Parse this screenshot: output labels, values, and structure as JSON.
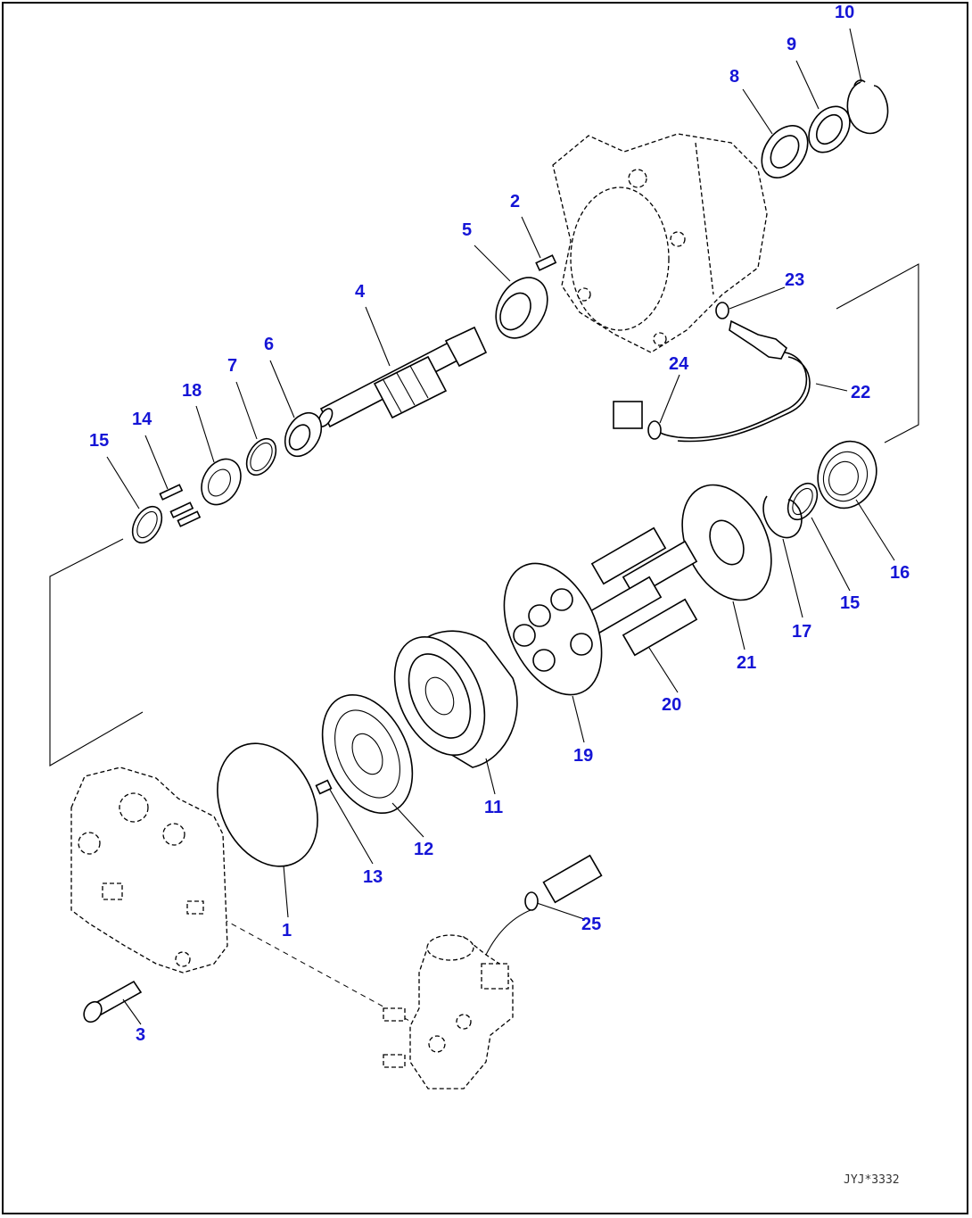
{
  "drawing_code": "JYJ*3332",
  "labels": {
    "p1": "1",
    "p2": "2",
    "p3": "3",
    "p4": "4",
    "p5": "5",
    "p6": "6",
    "p7": "7",
    "p8": "8",
    "p9": "9",
    "p10": "10",
    "p11": "11",
    "p12": "12",
    "p13": "13",
    "p14": "14",
    "p15a": "15",
    "p15b": "15",
    "p16": "16",
    "p17": "17",
    "p18": "18",
    "p19": "19",
    "p20": "20",
    "p21": "21",
    "p22": "22",
    "p23": "23",
    "p24": "24",
    "p25": "25"
  },
  "colors": {
    "label": "#1515d6",
    "line": "#000000",
    "background": "#ffffff"
  }
}
